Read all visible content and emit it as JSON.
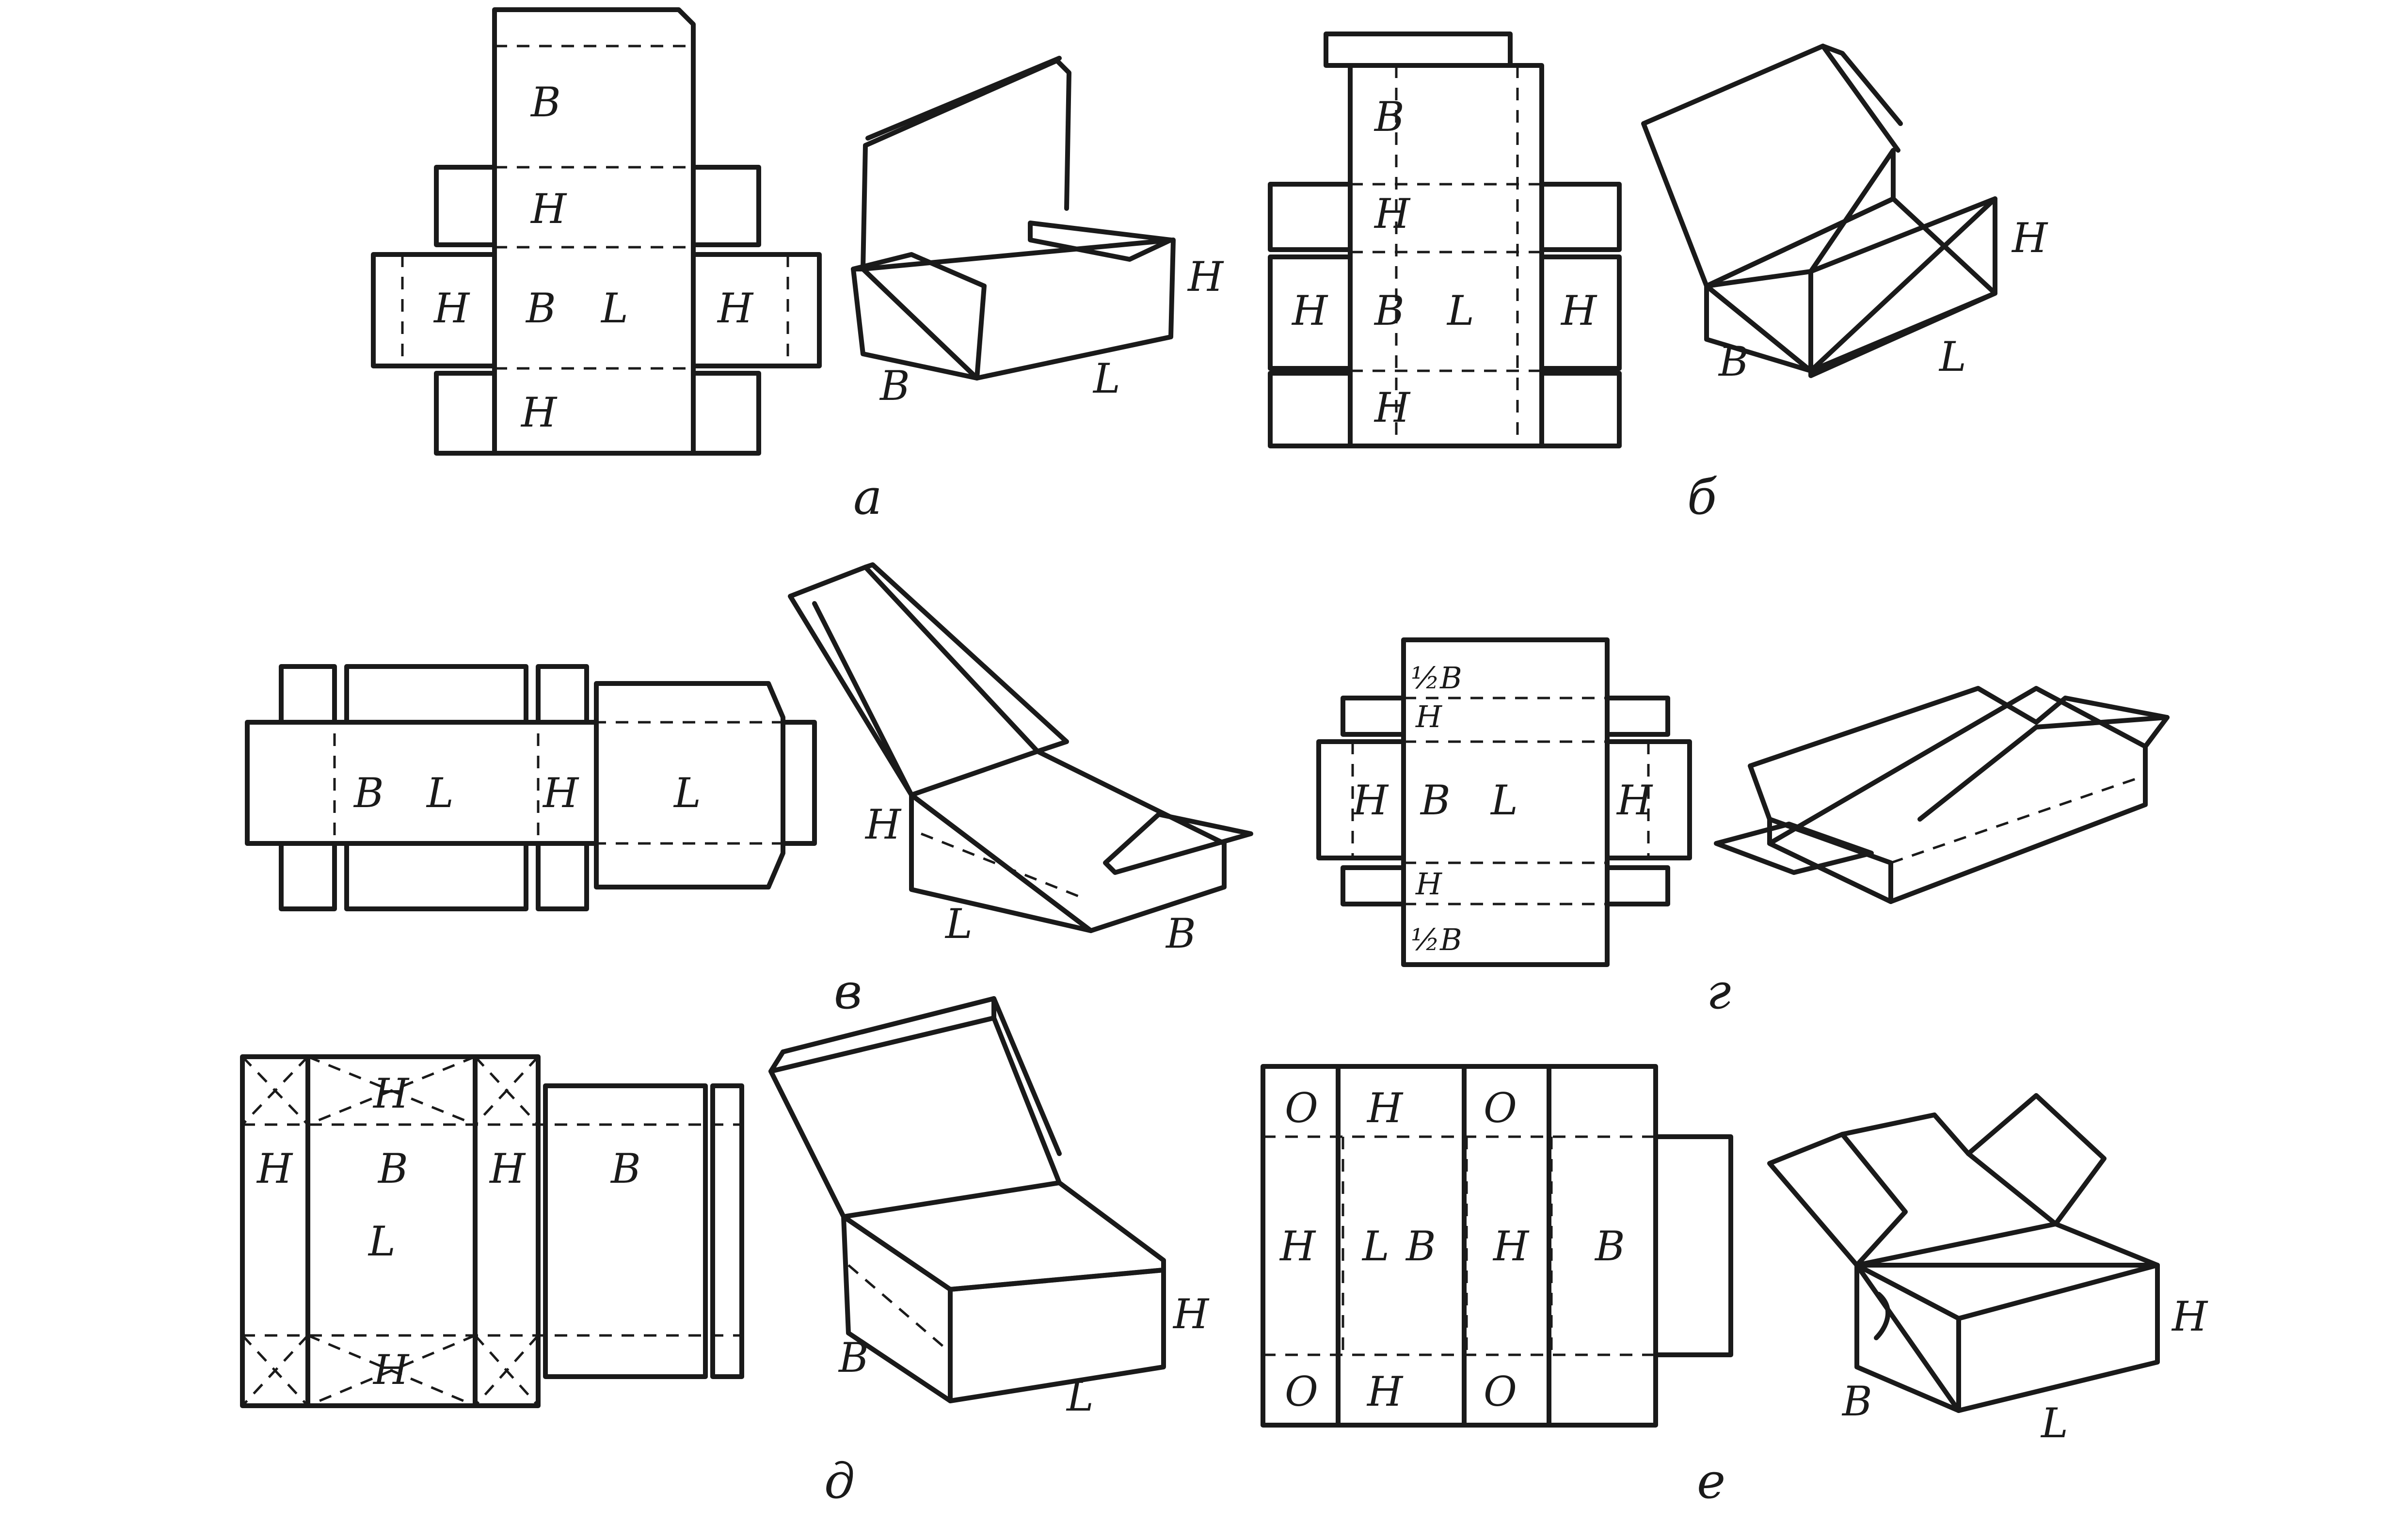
{
  "captions": [
    "а",
    "б",
    "в",
    "г",
    "д",
    "е"
  ],
  "letters": {
    "h": "H",
    "b": "B",
    "l": "L",
    "o": "O",
    "half_b": "½B"
  }
}
